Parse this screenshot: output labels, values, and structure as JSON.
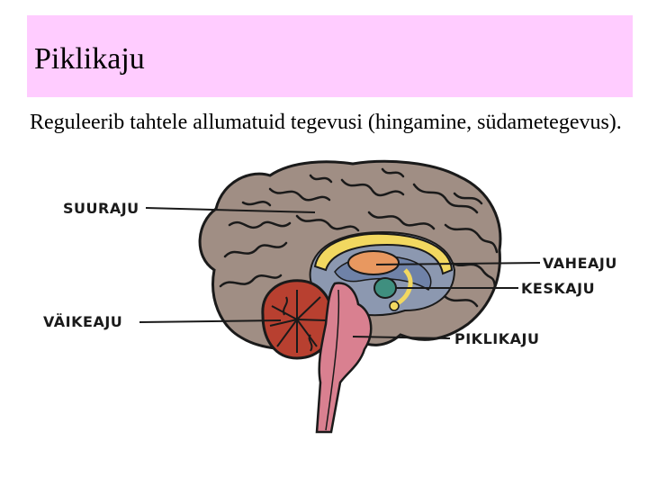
{
  "title": "Piklikaju",
  "description": "Reguleerib tahtele allumatuid tegevusi (hingamine, südametegevus).",
  "labels": {
    "cerebrum": "SUURAJU",
    "diencephalon": "VAHEAJU",
    "midbrain": "KESKAJU",
    "cerebellum": "VÄIKEAJU",
    "medulla": "PIKLIKAJU"
  },
  "colors": {
    "title_background": "#ffccff",
    "cerebrum": "#a08e84",
    "cerebellum": "#b84030",
    "brainstem": "#d98090",
    "corpus_callosum": "#f2d860",
    "thalamus": "#e89860",
    "midbrain": "#3f8f7f",
    "ventricles": "#6f82a8"
  }
}
